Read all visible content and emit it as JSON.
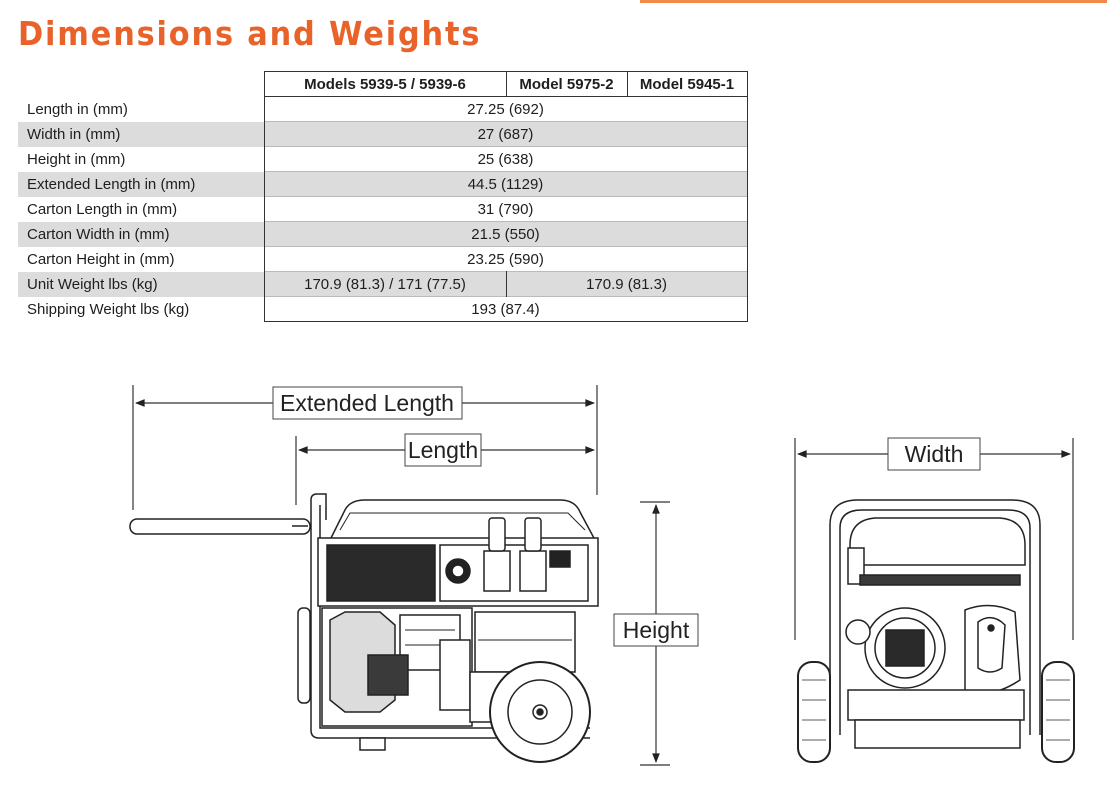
{
  "title": "Dimensions and Weights",
  "table": {
    "headers": [
      "Models 5939-5 / 5939-6",
      "Model 5975-2",
      "Model 5945-1"
    ],
    "rows": [
      {
        "label": "Length in (mm)",
        "value": "27.25 (692)"
      },
      {
        "label": "Width in (mm)",
        "value": "27 (687)"
      },
      {
        "label": "Height in (mm)",
        "value": "25 (638)"
      },
      {
        "label": "Extended Length in (mm)",
        "value": "44.5 (1129)"
      },
      {
        "label": "Carton Length in (mm)",
        "value": "31 (790)"
      },
      {
        "label": "Carton Width in (mm)",
        "value": "21.5 (550)"
      },
      {
        "label": "Carton Height in (mm)",
        "value": "23.25 (590)"
      },
      {
        "label": "Unit Weight lbs (kg)",
        "value_a": "170.9 (81.3) / 171 (77.5)",
        "value_b": "170.9 (81.3)"
      },
      {
        "label": "Shipping Weight lbs (kg)",
        "value": "193 (87.4)"
      }
    ]
  },
  "diagram": {
    "extended_length_label": "Extended Length",
    "length_label": "Length",
    "height_label": "Height",
    "width_label": "Width"
  },
  "colors": {
    "title": "#e8622a",
    "row_shade": "#dcdcdc",
    "rule": "#ef8a4a"
  }
}
